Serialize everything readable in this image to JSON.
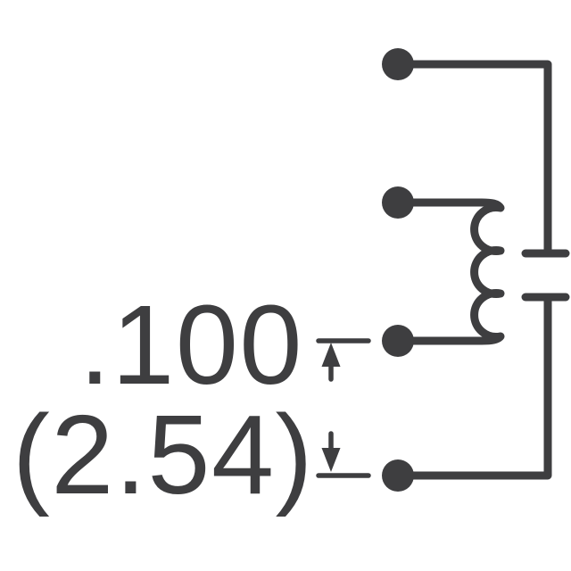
{
  "figure": {
    "kind": "component-schematic-with-pin-pitch-dimension",
    "background_color": "#ffffff",
    "ink_color": "#3e3e40"
  },
  "schematic": {
    "pin_count": 4,
    "components": [
      "inductor-coil",
      "capacitor"
    ]
  },
  "dimension": {
    "inches_label": ".100",
    "mm_label": "(2.54)"
  }
}
